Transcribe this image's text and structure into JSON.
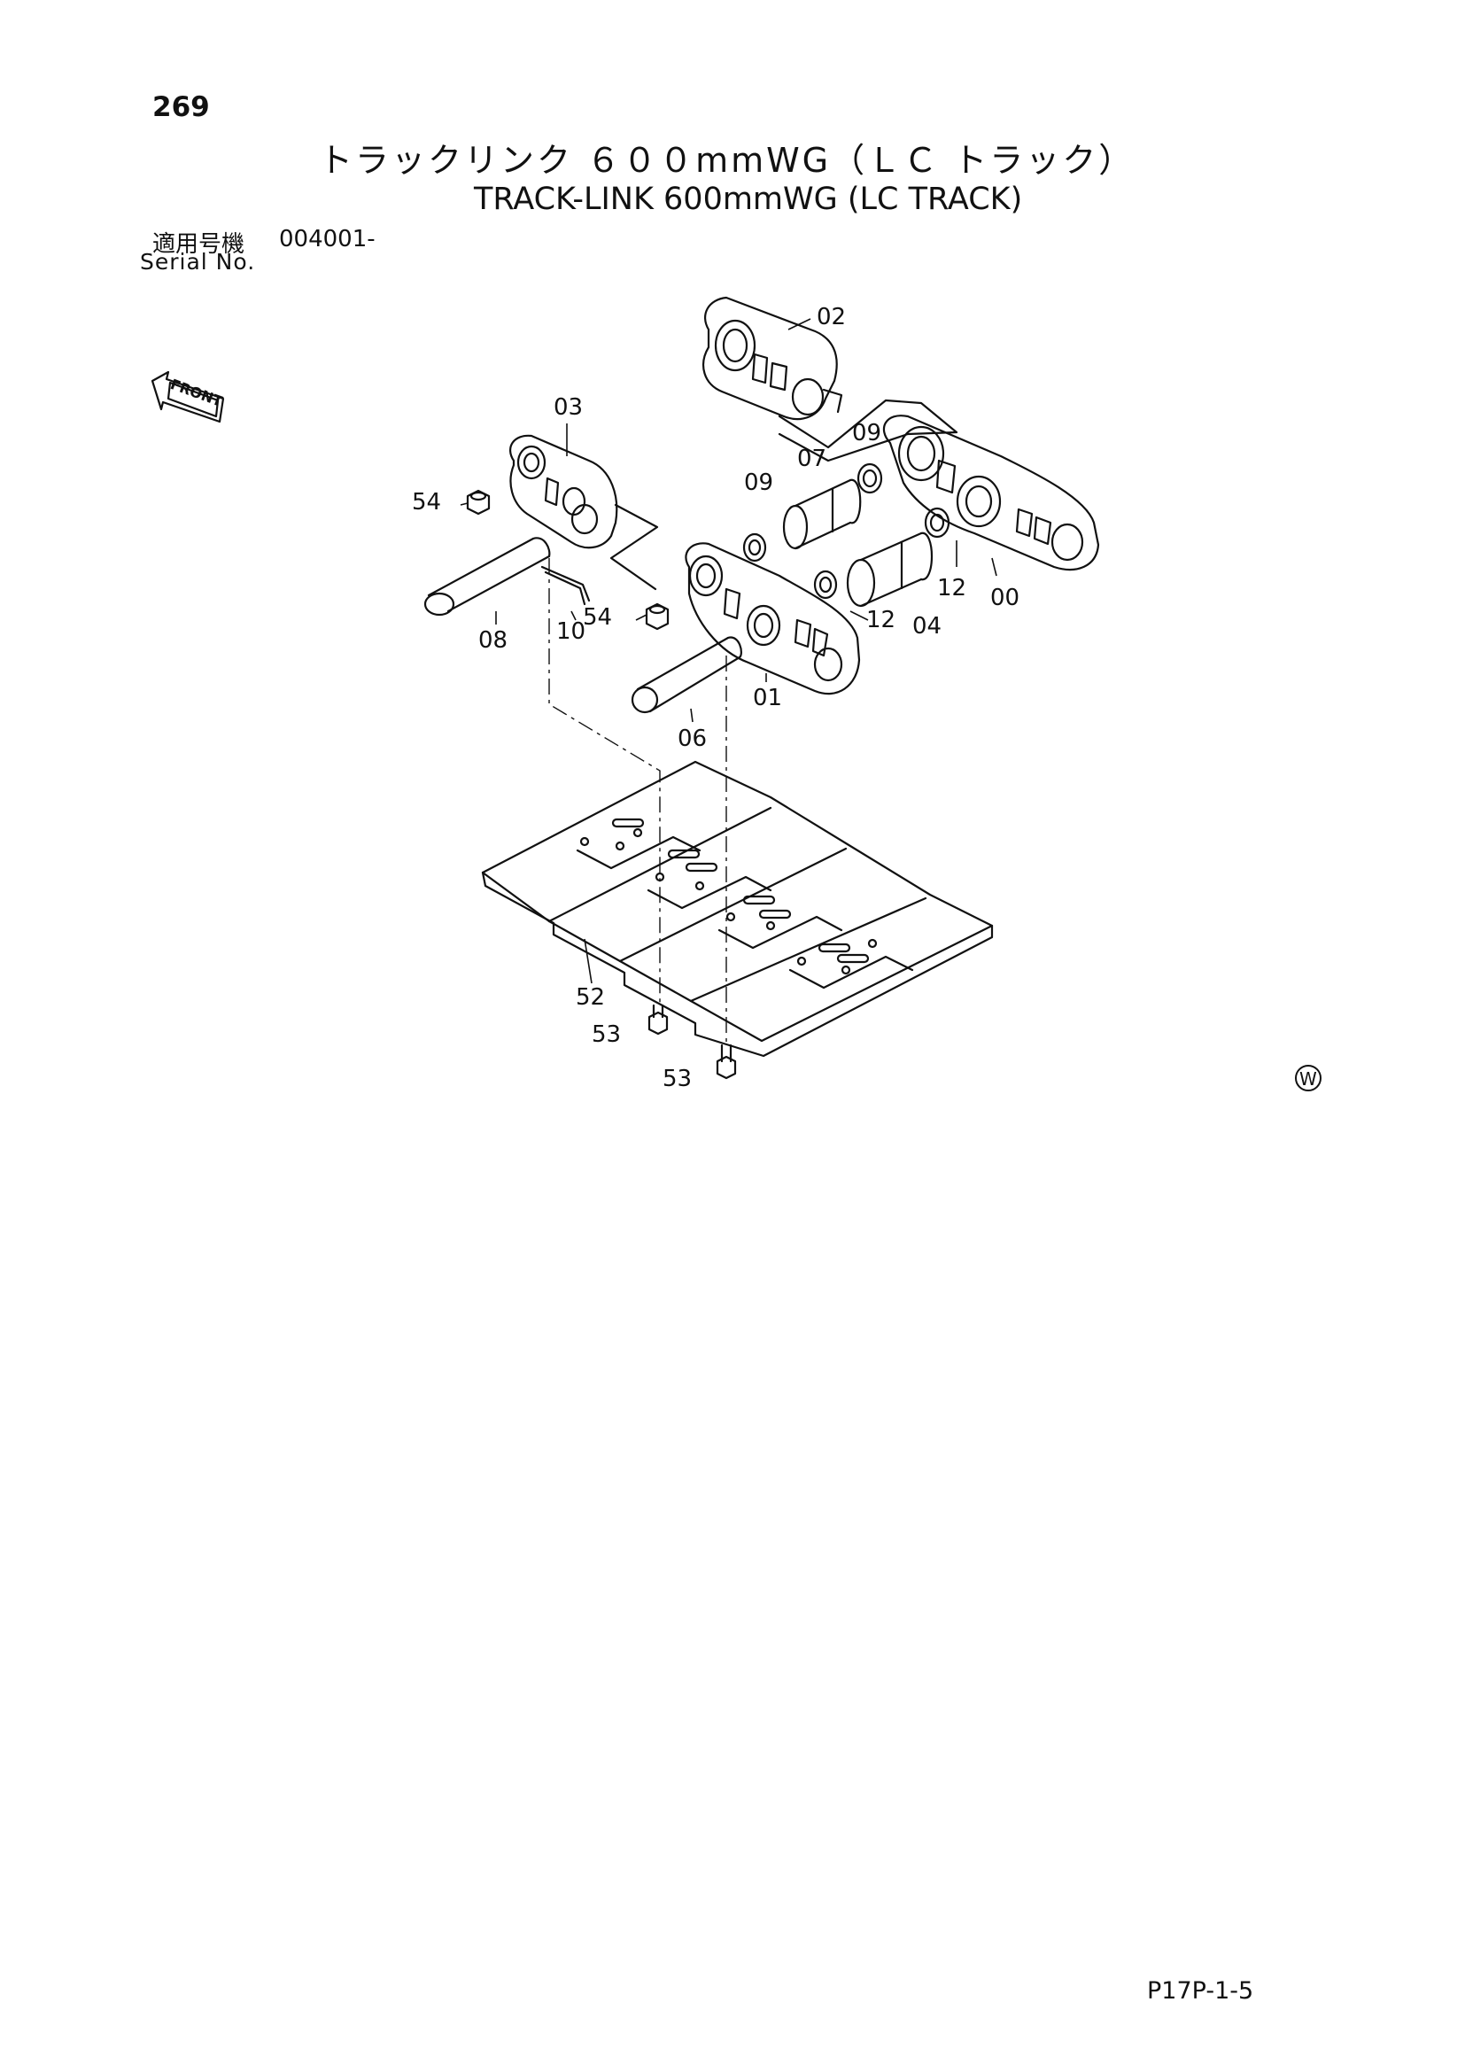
{
  "page_number": "269",
  "title_jp": "トラックリンク ６００mmWG（ＬＣ トラック）",
  "title_en": "TRACK-LINK 600mmWG (LC TRACK)",
  "serial_jp_label": "適用号機",
  "serial_value": "004001-",
  "serial_en_label": "Serial No.",
  "front_label": "FRONT",
  "watermark": "W",
  "page_code": "P17P-1-5",
  "callouts": {
    "c02": "02",
    "c03": "03",
    "c09a": "09",
    "c07": "07",
    "c09b": "09",
    "c54a": "54",
    "c54b": "54",
    "c12a": "12",
    "c12b": "12",
    "c04": "04",
    "c00": "00",
    "c08": "08",
    "c10": "10",
    "c01": "01",
    "c06": "06",
    "c52": "52",
    "c53a": "53",
    "c53b": "53"
  }
}
